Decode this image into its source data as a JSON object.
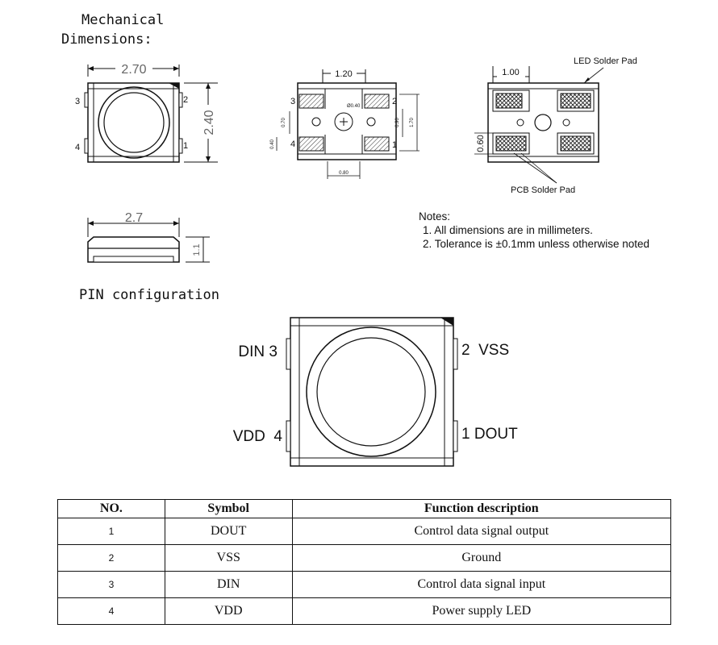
{
  "headings": {
    "mechanical_line1": "Mechanical",
    "mechanical_line2": "Dimensions:",
    "pin_config": "PIN configuration"
  },
  "top_view": {
    "width_dim": "2.70",
    "height_dim": "2.40",
    "pin_3": "3",
    "pin_2": "2",
    "pin_4": "4",
    "pin_1": "1"
  },
  "bottom_view": {
    "pitch_dim": "1.20",
    "hole_dim": "Ø0.40",
    "left_dim": "0.70",
    "right_dim1": "0.90",
    "right_dim2": "1.70",
    "pad_h_dim": "0.40",
    "bottom_dim": "0.80",
    "pin_3": "3",
    "pin_2": "2",
    "pin_4": "4",
    "pin_1": "1"
  },
  "pad_view": {
    "width_dim": "1.00",
    "height_dim": "0.60",
    "led_solder_pad": "LED Solder Pad",
    "pcb_solder_pad": "PCB Solder Pad"
  },
  "side_view": {
    "width_dim": "2.7",
    "height_dim": "1.1"
  },
  "notes": {
    "title": "Notes:",
    "items": [
      "1. All dimensions are in millimeters.",
      "2. Tolerance is ±0.1mm unless otherwise noted"
    ]
  },
  "pin_diagram": {
    "din": "DIN 3",
    "vss": "2  VSS",
    "vdd": "VDD  4",
    "dout": "1 DOUT"
  },
  "table": {
    "headers": [
      "NO.",
      "Symbol",
      "Function description"
    ],
    "rows": [
      [
        "1",
        "DOUT",
        "Control data signal output"
      ],
      [
        "2",
        "VSS",
        "Ground"
      ],
      [
        "3",
        "DIN",
        "Control data signal input"
      ],
      [
        "4",
        "VDD",
        "Power supply LED"
      ]
    ]
  }
}
